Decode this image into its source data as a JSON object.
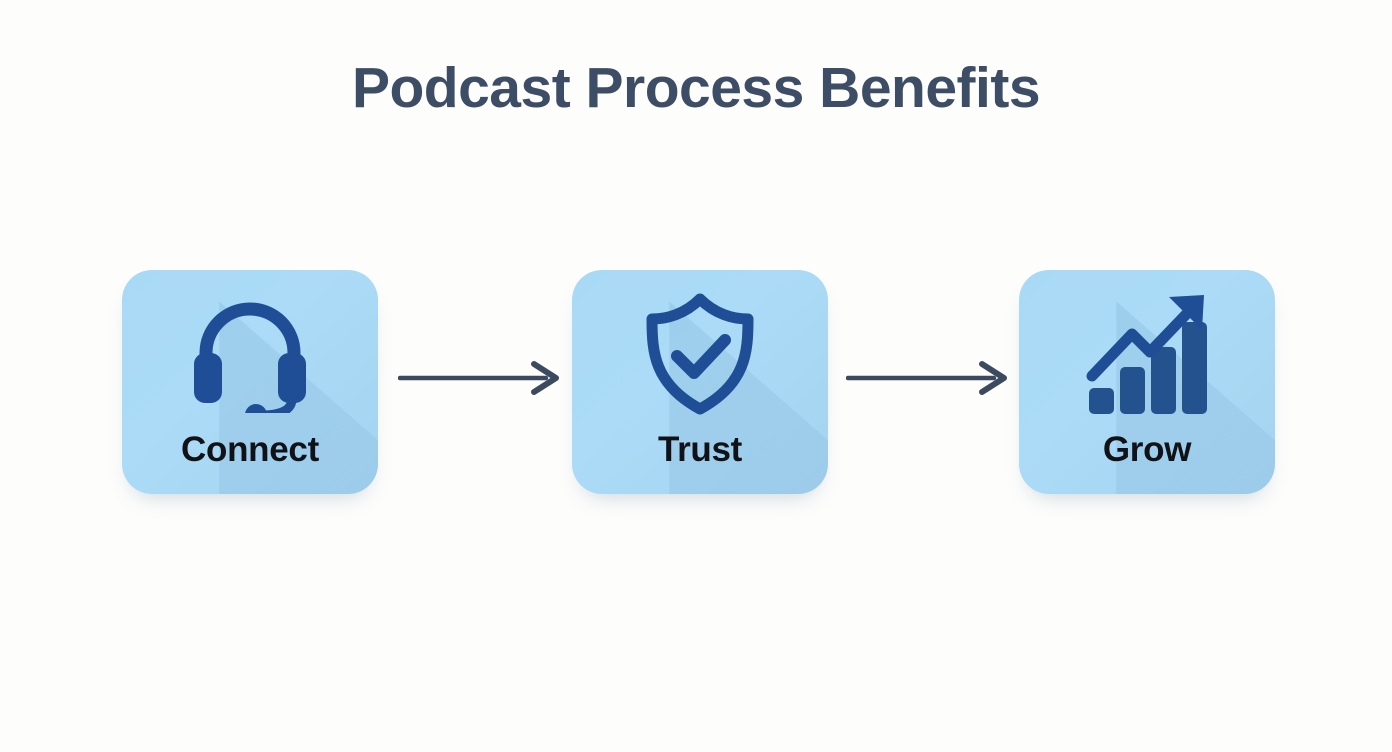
{
  "page": {
    "background_color": "#fdfdfc",
    "title": "Podcast Process Benefits",
    "title_color": "#3e4d66"
  },
  "theme": {
    "card_fill_light": "#abdbf6",
    "card_fill_dark": "#a4d3ef",
    "icon_color": "#1f4e96",
    "arrow_color": "#3c4a60",
    "label_color": "#111217"
  },
  "flow": {
    "steps": [
      {
        "id": "connect",
        "label": "Connect",
        "icon": "headset-icon"
      },
      {
        "id": "trust",
        "label": "Trust",
        "icon": "shield-check-icon"
      },
      {
        "id": "grow",
        "label": "Grow",
        "icon": "growth-chart-icon"
      }
    ],
    "connectors": [
      {
        "id": "connector-1",
        "icon": "arrow-right-icon",
        "from": "connect",
        "to": "trust"
      },
      {
        "id": "connector-2",
        "icon": "arrow-right-icon",
        "from": "trust",
        "to": "grow"
      }
    ]
  }
}
